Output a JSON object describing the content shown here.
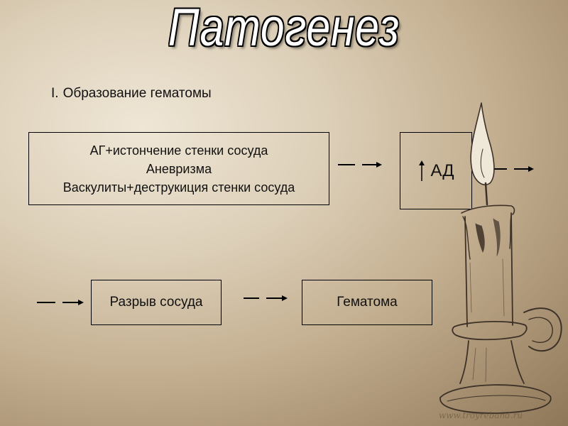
{
  "title": "Патогенез",
  "subtitle": {
    "number": "I.",
    "text": "Образование гематомы"
  },
  "box1": {
    "lines": [
      "АГ+истончение стенки сосуда",
      "Аневризма",
      "Васкулиты+деструкиция стенки сосуда"
    ]
  },
  "box2": {
    "label": "АД"
  },
  "box3": {
    "label": "Разрыв сосуда"
  },
  "box4": {
    "label": "Гематома"
  },
  "watermark": "www.troyreband.ru",
  "colors": {
    "background": "#d9cbb2",
    "stroke": "#000000",
    "title_fill": "#ffffff"
  }
}
